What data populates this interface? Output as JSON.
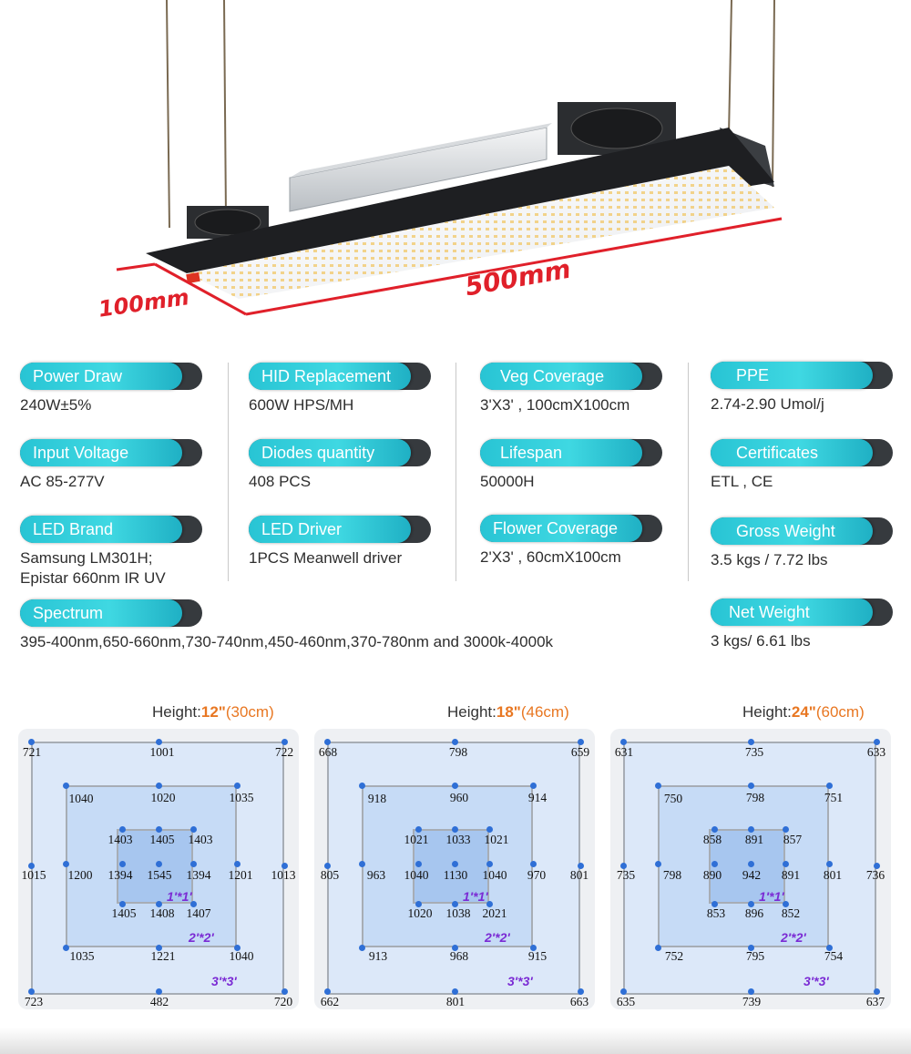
{
  "dimensions": {
    "length": "500mm",
    "width": "100mm"
  },
  "specs": [
    {
      "label": "Power Draw",
      "value": [
        "240W±5%"
      ]
    },
    {
      "label": "Input Voltage",
      "value": [
        "AC 85-277V"
      ]
    },
    {
      "label": "LED Brand",
      "value": [
        "Samsung LM301H;",
        "Epistar 660nm IR UV"
      ]
    },
    {
      "label": "Spectrum",
      "value": [
        "395-400nm,650-660nm,730-740nm,450-460nm,370-780nm and 3000k-4000k"
      ]
    },
    {
      "label": "HID Replacement",
      "value": [
        "600W HPS/MH"
      ]
    },
    {
      "label": "Diodes quantity",
      "value": [
        "408 PCS"
      ]
    },
    {
      "label": "LED Driver",
      "value": [
        "1PCS Meanwell driver"
      ]
    },
    {
      "label": "Veg Coverage",
      "value": [
        "3'X3' , 100cmX100cm"
      ]
    },
    {
      "label": "Lifespan",
      "value": [
        "50000H"
      ]
    },
    {
      "label": "Flower Coverage",
      "value": [
        "2'X3' , 60cmX100cm"
      ]
    },
    {
      "label": "PPE",
      "value": [
        "2.74-2.90 Umol/j"
      ]
    },
    {
      "label": "Certificates",
      "value": [
        "ETL , CE"
      ]
    },
    {
      "label": "Gross Weight",
      "value": [
        "3.5 kgs / 7.72 lbs"
      ]
    },
    {
      "label": "Net Weight",
      "value": [
        "3 kgs/ 6.61 lbs"
      ]
    }
  ],
  "ppfd_maps": [
    {
      "height_prefix": "Height:",
      "height_in": "12\"",
      "height_cm": "(30cm)",
      "outer": [
        "721",
        "1001",
        "722",
        "1015",
        "1013",
        "723",
        "482",
        "720"
      ],
      "mid": [
        "1040",
        "1020",
        "1035",
        "1200",
        "1201",
        "1035",
        "1221",
        "1040"
      ],
      "inner": [
        "1403",
        "1405",
        "1403",
        "1394",
        "1545",
        "1394",
        "1405",
        "1408",
        "1407"
      ],
      "zones": [
        "1'*1'",
        "2'*2'",
        "3'*3'"
      ]
    },
    {
      "height_prefix": "Height:",
      "height_in": "18\"",
      "height_cm": "(46cm)",
      "outer": [
        "668",
        "798",
        "659",
        "805",
        "801",
        "662",
        "801",
        "663"
      ],
      "mid": [
        "918",
        "960",
        "914",
        "963",
        "970",
        "913",
        "968",
        "915"
      ],
      "inner": [
        "1021",
        "1033",
        "1021",
        "1040",
        "1130",
        "1040",
        "1020",
        "1038",
        "2021"
      ],
      "zones": [
        "1'*1'",
        "2'*2'",
        "3'*3'"
      ]
    },
    {
      "height_prefix": "Height:",
      "height_in": "24\"",
      "height_cm": "(60cm)",
      "outer": [
        "631",
        "735",
        "633",
        "735",
        "736",
        "635",
        "739",
        "637"
      ],
      "mid": [
        "750",
        "798",
        "751",
        "798",
        "801",
        "752",
        "795",
        "754"
      ],
      "inner": [
        "858",
        "891",
        "857",
        "890",
        "942",
        "891",
        "853",
        "896",
        "852"
      ],
      "zones": [
        "1'*1'",
        "2'*2'",
        "3'*3'"
      ]
    }
  ],
  "colors": {
    "accent_teal": "#2ccbd8",
    "dimension_red": "#e0202a",
    "height_orange": "#e87722",
    "zone_purple": "#7b2bd4",
    "point_blue": "#2f6fd6"
  }
}
